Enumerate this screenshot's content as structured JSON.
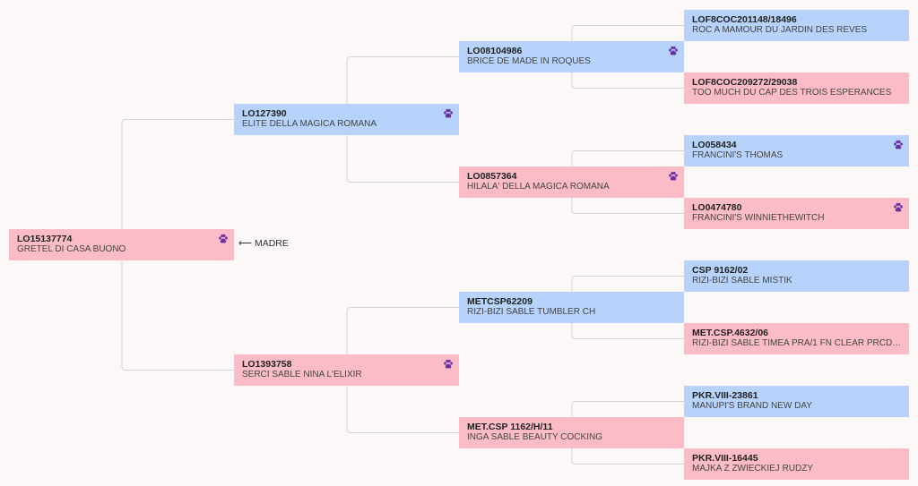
{
  "subject": {
    "reg": "LO15137774",
    "name": "GRETEL DI CASA BUONO",
    "sex": "female",
    "paw": true
  },
  "subject_role_label": "⟵ MADRE",
  "parents": [
    {
      "reg": "LO127390",
      "name": "ELITE DELLA MAGICA ROMANA",
      "sex": "male",
      "paw": true
    },
    {
      "reg": "LO1393758",
      "name": "SERCI SABLE NINA L'ELIXIR",
      "sex": "female",
      "paw": true
    }
  ],
  "grandparents": [
    {
      "reg": "LO08104986",
      "name": "BRICE DE MADE IN ROQUES",
      "sex": "male",
      "paw": true
    },
    {
      "reg": "LO0857364",
      "name": "HILALA' DELLA MAGICA ROMANA",
      "sex": "female",
      "paw": true
    },
    {
      "reg": "METCSP62209",
      "name": "RIZI-BIZI SABLE TUMBLER CH",
      "sex": "male",
      "paw": false
    },
    {
      "reg": "MET.CSP 1162/H/11",
      "name": "INGA SABLE BEAUTY COCKING",
      "sex": "female",
      "paw": false
    }
  ],
  "great_grandparents": [
    {
      "reg": "LOF8COC201148/18496",
      "name": "ROC A MAMOUR DU JARDIN DES REVES",
      "sex": "male",
      "paw": false
    },
    {
      "reg": "LOF8COC209272/29038",
      "name": "TOO MUCH DU CAP DES TROIS ESPERANCES",
      "sex": "female",
      "paw": false
    },
    {
      "reg": "LO058434",
      "name": "FRANCINI'S THOMAS",
      "sex": "male",
      "paw": true
    },
    {
      "reg": "LO0474780",
      "name": "FRANCINI'S WINNIETHEWITCH",
      "sex": "female",
      "paw": true
    },
    {
      "reg": "CSP 9162/02",
      "name": "RIZI-BIZI SABLE MISTIK",
      "sex": "male",
      "paw": false
    },
    {
      "reg": "MET.CSP.4632/06",
      "name": "RIZI-BIZI SABLE TIMEA PRA/1 FN CLEAR PRCD-...",
      "sex": "female",
      "paw": false
    },
    {
      "reg": "PKR.VIII-23861",
      "name": "MANUPI'S BRAND NEW DAY",
      "sex": "male",
      "paw": false
    },
    {
      "reg": "PKR.VIII-16445",
      "name": "MAJKA Z ZWIECKIEJ RUDZY",
      "sex": "female",
      "paw": false
    }
  ],
  "colors": {
    "male": "#b7d3fb",
    "female": "#fbbcc7",
    "connector": "#d8d2d2",
    "paw": "#6a2fa0",
    "background": "#fdf8f8"
  },
  "icons": {
    "paw": "paw-icon"
  }
}
